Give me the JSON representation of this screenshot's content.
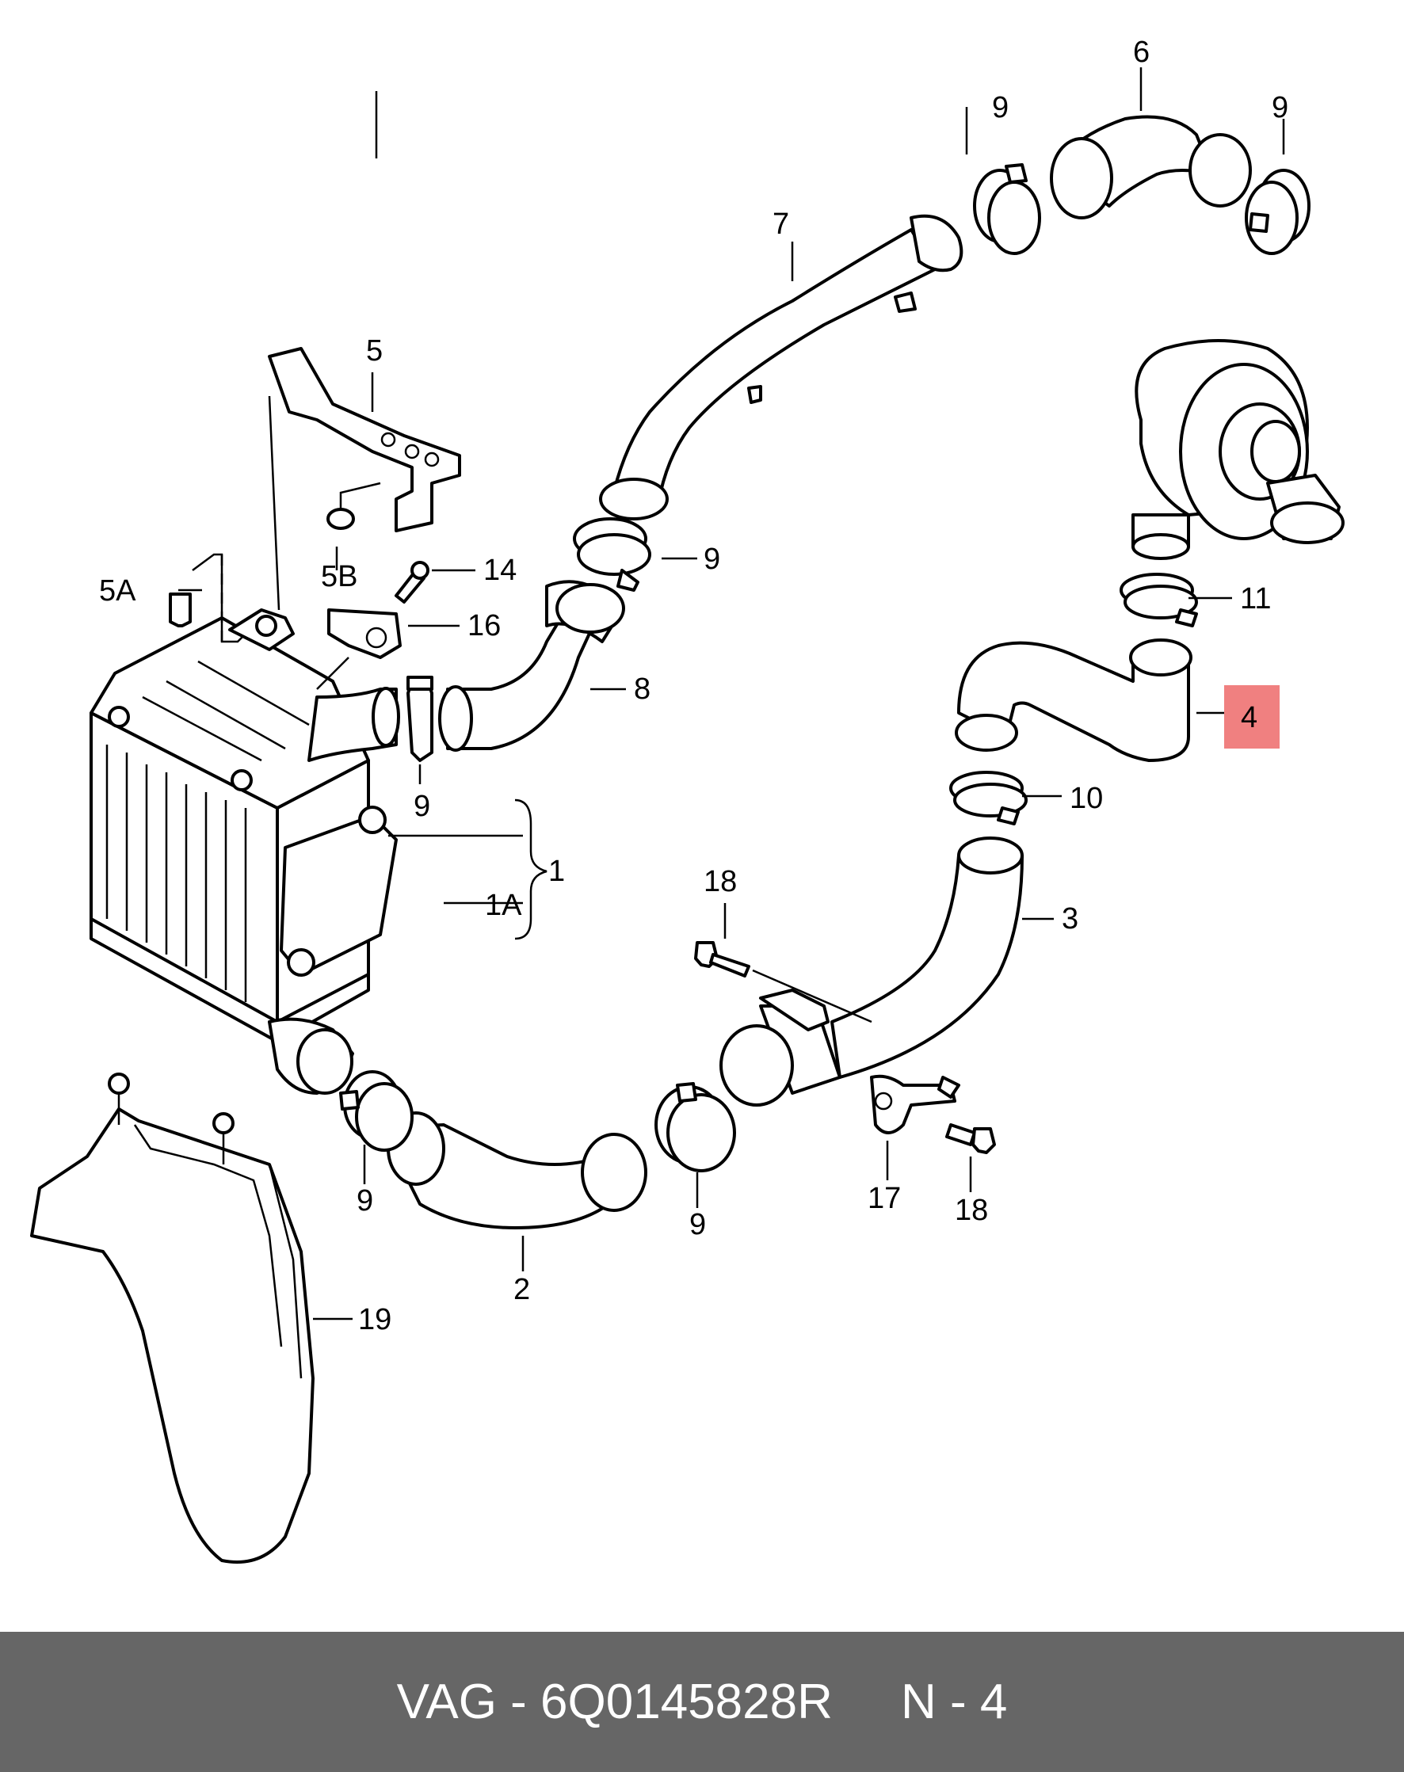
{
  "labels": {
    "l1": "1",
    "l1a": "1A",
    "l2": "2",
    "l3": "3",
    "l4": "4",
    "l5": "5",
    "l5a": "5A",
    "l5b": "5B",
    "l6": "6",
    "l7": "7",
    "l8": "8",
    "l9": "9",
    "l10": "10",
    "l11": "11",
    "l14": "14",
    "l16": "16",
    "l17": "17",
    "l18": "18",
    "l19": "19"
  },
  "highlight": {
    "label": "4",
    "color": "#f08080"
  },
  "footer": {
    "brand": "VAG",
    "separator": " - ",
    "part_number": "6Q0145828R",
    "position": "N - 4"
  },
  "colors": {
    "footer_bg": "#666666",
    "footer_text": "#ffffff",
    "line": "#000000"
  }
}
